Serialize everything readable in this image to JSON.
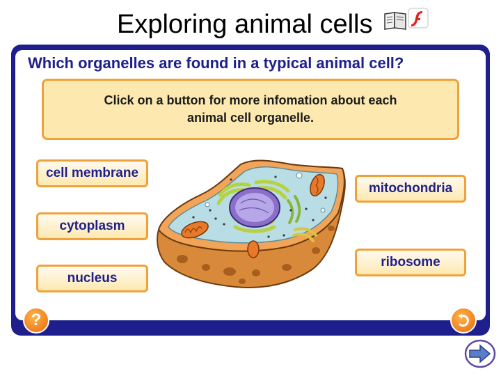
{
  "slide": {
    "title": "Exploring animal cells",
    "book_icon": "book-icon",
    "flash_icon": "flash-icon"
  },
  "activity": {
    "question": "Which organelles are found in a typical animal cell?",
    "instruction": "Click on a button for more infomation about each animal cell organelle.",
    "buttons": {
      "cell_membrane": "cell membrane",
      "cytoplasm": "cytoplasm",
      "nucleus": "nucleus",
      "mitochondria": "mitochondria",
      "ribosome": "ribosome"
    },
    "help_icon": "question-mark-icon",
    "help_label": "?",
    "back_icon": "undo-arrow-icon",
    "next_icon": "next-arrow-icon"
  },
  "colors": {
    "frame": "#1e1f8c",
    "button_border": "#f0a23a",
    "button_fill": "#fde9b0",
    "round_button": "#e86a10"
  }
}
